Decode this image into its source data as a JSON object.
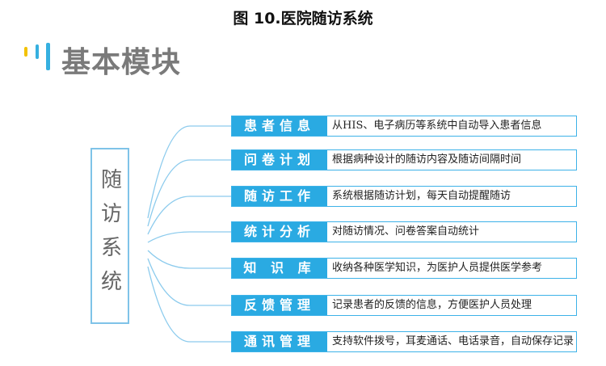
{
  "figure_title": "图 10.医院随访系统",
  "section_title": "基本模块",
  "center_label": "随访系统",
  "colors": {
    "accent": "#2aaae2",
    "border": "#7fc3e8",
    "deco_yellow": "#f2c200"
  },
  "modules": [
    {
      "label": "患者信息",
      "desc": "从HIS、电子病历等系统中自动导入患者信息"
    },
    {
      "label": "问卷计划",
      "desc": "根据病种设计的随访内容及随访间隔时间"
    },
    {
      "label": "随访工作",
      "desc": "系统根据随访计划，每天自动提醒随访"
    },
    {
      "label": "统计分析",
      "desc": "对随访情况、问卷答案自动统计"
    },
    {
      "label": "知 识 库",
      "desc": "收纳各种医学知识，为医护人员提供医学参考"
    },
    {
      "label": "反馈管理",
      "desc": "记录患者的反馈的信息，方便医护人员处理"
    },
    {
      "label": "通讯管理",
      "desc": "支持软件拨号，耳麦通话、电话录音，自动保存记录"
    }
  ]
}
